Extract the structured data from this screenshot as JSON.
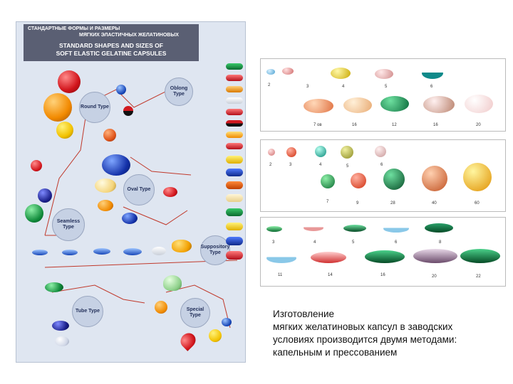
{
  "poster": {
    "title_ru_line1": "СТАНДАРТНЫЕ ФОРМЫ И РАЗМЕРЫ",
    "title_ru_line2": "МЯГКИХ ЭЛАСТИЧНЫХ ЖЕЛАТИНОВЫХ",
    "title_en_line1": "STANDARD SHAPES AND SIZES OF",
    "title_en_line2": "SOFT ELASTIC GELATINE CAPSULES",
    "types": {
      "round": "Round Type",
      "oblong": "Oblong Type",
      "oval": "Oval Type",
      "seamless": "Seamless Type",
      "suppository": "Suppository Type",
      "tube": "Tube Type",
      "special": "Special Type"
    }
  },
  "photos": {
    "panel1_row1": [
      "2",
      "3",
      "4",
      "5",
      "6"
    ],
    "panel1_row2": [
      "7 ов",
      "16",
      "12",
      "16",
      "20"
    ],
    "panel2_row1": [
      "2",
      "3",
      "4",
      "5",
      "6"
    ],
    "panel2_row2": [
      "7",
      "9",
      "28",
      "40",
      "60"
    ],
    "panel3_row1": [
      "3",
      "4",
      "5",
      "6",
      "8"
    ],
    "panel3_row2": [
      "11",
      "14",
      "16",
      "20",
      "22"
    ]
  },
  "description": {
    "line1": "Изготовление",
    "line2": "мягких желатиновых капсул в заводских",
    "line3": "условиях производится двумя методами:",
    "line4": "капельным и прессованием"
  },
  "colors": {
    "poster_bg": "#dfe6f1",
    "header_bg": "#5a5f73",
    "bubble_bg": "#c6d1e4"
  }
}
